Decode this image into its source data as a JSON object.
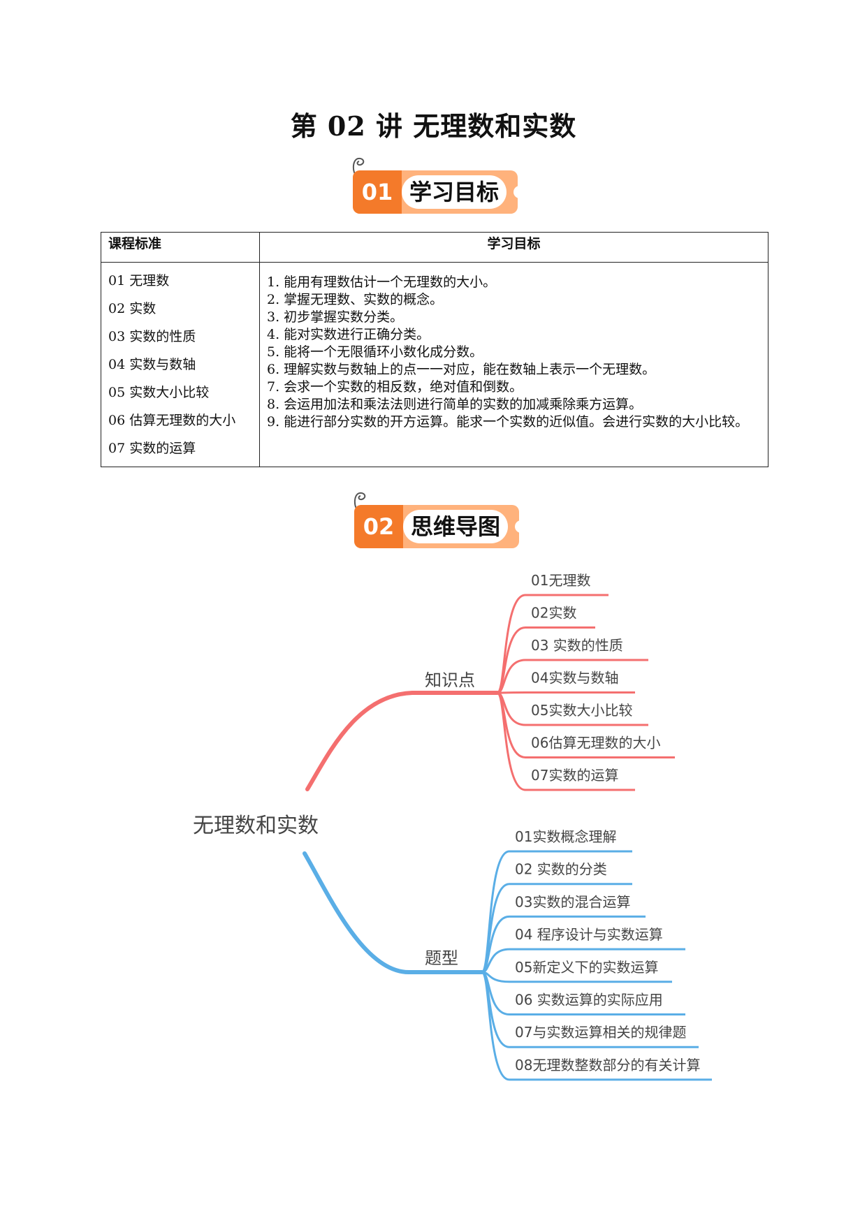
{
  "title": "第 02 讲  无理数和实数",
  "section1": {
    "number": "01",
    "label": "学习目标"
  },
  "table": {
    "col1_header": "课程标准",
    "col2_header": "学习目标",
    "standards": [
      "01 无理数",
      "02 实数",
      "03 实数的性质",
      "04 实数与数轴",
      "05 实数大小比较",
      "06 估算无理数的大小",
      "07 实数的运算"
    ],
    "objectives": [
      "1. 能用有理数估计一个无理数的大小。",
      "2. 掌握无理数、实数的概念。",
      "3. 初步掌握实数分类。",
      "4. 能对实数进行正确分类。",
      "5. 能将一个无限循环小数化成分数。",
      "6. 理解实数与数轴上的点一一对应，能在数轴上表示一个无理数。",
      "7. 会求一个实数的相反数，绝对值和倒数。",
      "8. 会运用加法和乘法法则进行简单的实数的加减乘除乘方运算。",
      "9. 能进行部分实数的开方运算。能求一个实数的近似值。会进行实数的大小比较。"
    ]
  },
  "section2": {
    "number": "02",
    "label": "思维导图"
  },
  "mindmap": {
    "root": "无理数和实数",
    "branch1": {
      "label": "知识点",
      "color": "#f46f6f",
      "items": [
        "01无理数",
        "02实数",
        "03 实数的性质",
        "04实数与数轴",
        "05实数大小比较",
        "06估算无理数的大小",
        "07实数的运算"
      ]
    },
    "branch2": {
      "label": "题型",
      "color": "#5aaee6",
      "items": [
        "01实数概念理解",
        "02 实数的分类",
        "03实数的混合运算",
        "04 程序设计与实数运算",
        "05新定义下的实数运算",
        "06 实数运算的实际应用",
        "07与实数运算相关的规律题",
        "08无理数整数部分的有关计算"
      ]
    }
  },
  "colors": {
    "badge_dark": "#f47a2a",
    "badge_light": "#ffb27c"
  }
}
